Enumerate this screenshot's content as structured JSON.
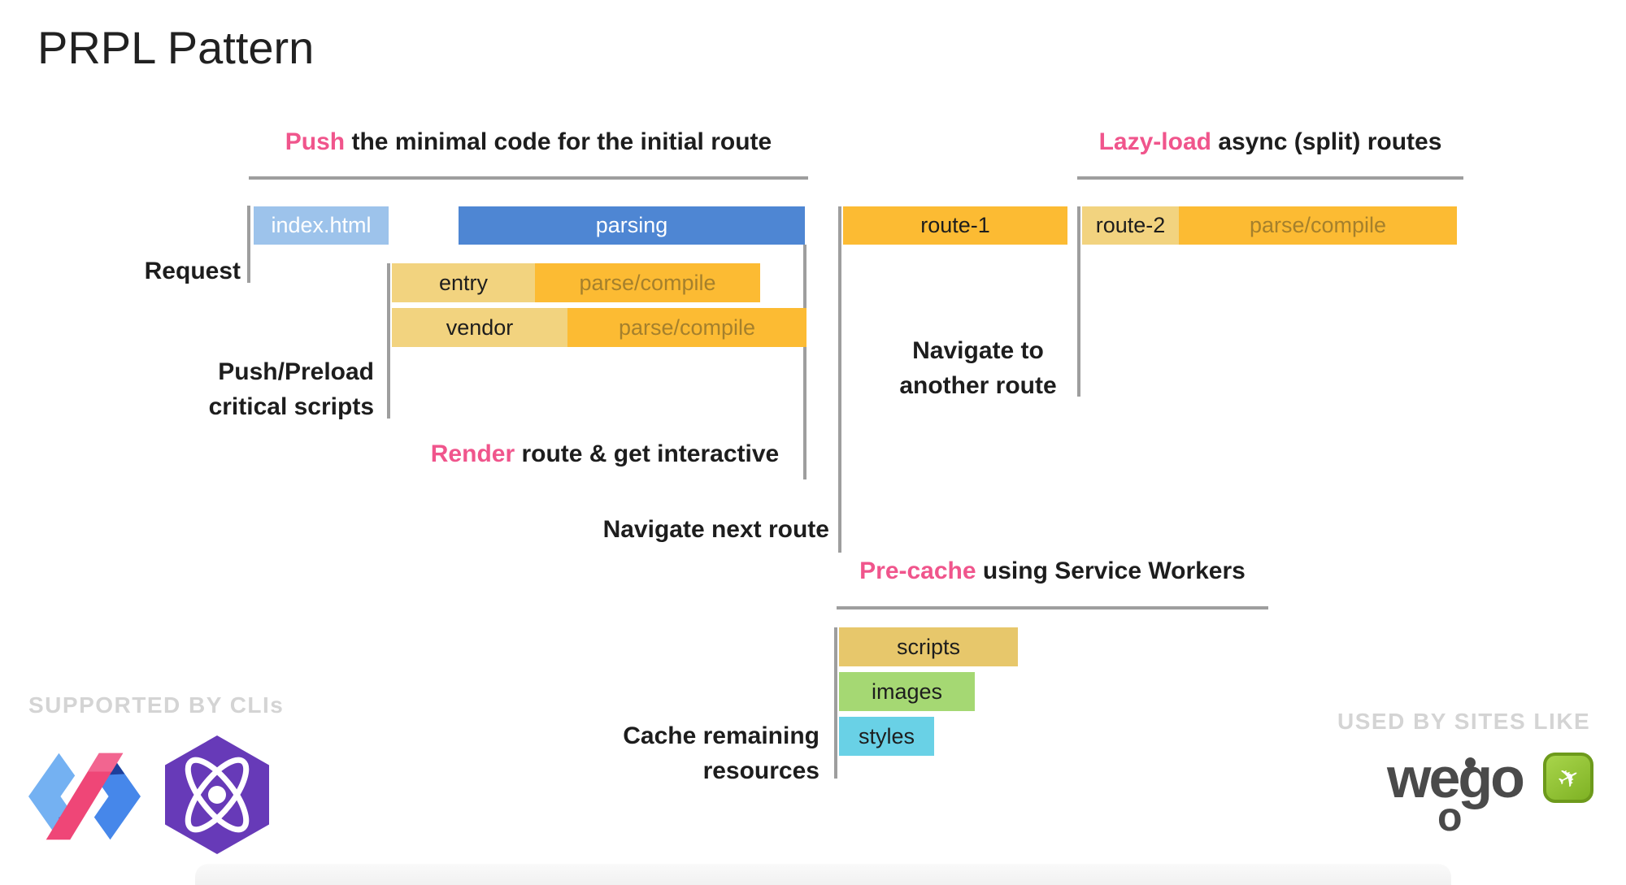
{
  "title": "PRPL Pattern",
  "headers": {
    "push": {
      "highlight": "Push",
      "rest": "the minimal code for the initial route"
    },
    "lazy_load": {
      "highlight": "Lazy-load",
      "rest": "async (split) routes"
    },
    "pre_cache": {
      "highlight": "Pre-cache",
      "rest": "using Service Workers"
    }
  },
  "timeline_labels": {
    "request": "Request",
    "push_preload_line1": "Push/Preload",
    "push_preload_line2": "critical scripts",
    "render": {
      "highlight": "Render",
      "rest": "route & get interactive"
    },
    "navigate_next": "Navigate next route",
    "navigate_another_line1": "Navigate to",
    "navigate_another_line2": "another route",
    "cache_line1": "Cache remaining",
    "cache_line2": "resources"
  },
  "bars": {
    "index_html": "index.html",
    "parsing": "parsing",
    "route_1": "route-1",
    "route_2": "route-2",
    "lazy_parse": "parse/compile",
    "entry": "entry",
    "entry_parse": "parse/compile",
    "vendor": "vendor",
    "vendor_parse": "parse/compile",
    "scripts": "scripts",
    "images": "images",
    "styles": "styles"
  },
  "footer": {
    "supported": "SUPPORTED BY CLIs",
    "used": "USED BY SITES LIKE",
    "wego_text": "wego",
    "logos": [
      "polymer-logo",
      "preact-logo",
      "wego-logo"
    ],
    "wego_badge_icon": "airplane-icon"
  },
  "colors": {
    "accent_pink": "#f0558c",
    "bar_light_blue": "#9dc3eb",
    "bar_blue": "#4e86d3",
    "bar_orange": "#fcbb33",
    "bar_tan": "#f2d37f",
    "bar_gold": "#e7c76b",
    "bar_green": "#a5d873",
    "bar_cyan": "#69d1e6",
    "connector_gray": "#9e9e9e",
    "parse_compile_text": "#a5802c",
    "footer_caption_gray": "#d4d4d4",
    "wego_dark": "#4a4a4a",
    "wego_green": "#8cc63f",
    "preact_purple": "#673ab8",
    "polymer_pink": "#ef4677",
    "polymer_blue": "#4687ea"
  }
}
